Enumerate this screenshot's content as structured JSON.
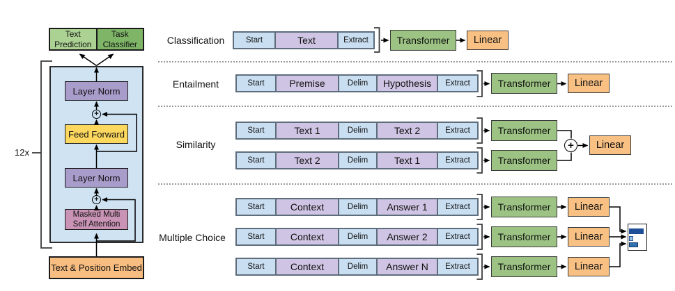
{
  "figure": {
    "left_diagram": {
      "repeat_label": "12x",
      "add_symbol": "+",
      "output_heads": [
        {
          "label": "Text Prediction"
        },
        {
          "label": "Task Classifier"
        }
      ],
      "blocks": {
        "layer_norm_top": "Layer Norm",
        "feed_forward": "Feed Forward",
        "layer_norm_bottom": "Layer Norm",
        "masked_attention_line1": "Masked Multi",
        "masked_attention_line2": "Self Attention",
        "embedding": "Text & Position Embed"
      }
    },
    "tasks": [
      {
        "label": "Classification",
        "rows": [
          {
            "tokens": [
              {
                "text": "Start",
                "type": "special"
              },
              {
                "text": "Text",
                "type": "content"
              },
              {
                "text": "Extract",
                "type": "special"
              }
            ],
            "transformer_label": "Transformer",
            "linear_label": "Linear"
          }
        ]
      },
      {
        "label": "Entailment",
        "rows": [
          {
            "tokens": [
              {
                "text": "Start",
                "type": "special"
              },
              {
                "text": "Premise",
                "type": "content"
              },
              {
                "text": "Delim",
                "type": "special"
              },
              {
                "text": "Hypothesis",
                "type": "content"
              },
              {
                "text": "Extract",
                "type": "special"
              }
            ],
            "transformer_label": "Transformer",
            "linear_label": "Linear"
          }
        ]
      },
      {
        "label": "Similarity",
        "combine_symbol": "+",
        "linear_label": "Linear",
        "rows": [
          {
            "tokens": [
              {
                "text": "Start",
                "type": "special"
              },
              {
                "text": "Text 1",
                "type": "content"
              },
              {
                "text": "Delim",
                "type": "special"
              },
              {
                "text": "Text 2",
                "type": "content"
              },
              {
                "text": "Extract",
                "type": "special"
              }
            ],
            "transformer_label": "Transformer"
          },
          {
            "tokens": [
              {
                "text": "Start",
                "type": "special"
              },
              {
                "text": "Text 2",
                "type": "content"
              },
              {
                "text": "Delim",
                "type": "special"
              },
              {
                "text": "Text 1",
                "type": "content"
              },
              {
                "text": "Extract",
                "type": "special"
              }
            ],
            "transformer_label": "Transformer"
          }
        ]
      },
      {
        "label": "Multiple Choice",
        "rows": [
          {
            "tokens": [
              {
                "text": "Start",
                "type": "special"
              },
              {
                "text": "Context",
                "type": "content"
              },
              {
                "text": "Delim",
                "type": "special"
              },
              {
                "text": "Answer 1",
                "type": "content"
              },
              {
                "text": "Extract",
                "type": "special"
              }
            ],
            "transformer_label": "Transformer",
            "linear_label": "Linear"
          },
          {
            "tokens": [
              {
                "text": "Start",
                "type": "special"
              },
              {
                "text": "Context",
                "type": "content"
              },
              {
                "text": "Delim",
                "type": "special"
              },
              {
                "text": "Answer 2",
                "type": "content"
              },
              {
                "text": "Extract",
                "type": "special"
              }
            ],
            "transformer_label": "Transformer",
            "linear_label": "Linear"
          },
          {
            "tokens": [
              {
                "text": "Start",
                "type": "special"
              },
              {
                "text": "Context",
                "type": "content"
              },
              {
                "text": "Delim",
                "type": "special"
              },
              {
                "text": "Answer N",
                "type": "content"
              },
              {
                "text": "Extract",
                "type": "special"
              }
            ],
            "transformer_label": "Transformer",
            "linear_label": "Linear"
          }
        ]
      }
    ]
  },
  "colors": {
    "token_special_blue": "#c9def1",
    "token_content_purple": "#cfc4e3",
    "transformer_green": "#9cc383",
    "linear_orange": "#f8c083",
    "decoder_background_blue": "#cfe3f3",
    "layer_norm_purple": "#a89ccb",
    "feed_forward_yellow": "#fcd85f",
    "attention_pink": "#c893b4",
    "embed_orange": "#f8bd80",
    "text_prediction_green": "#abd293",
    "task_classifier_green": "#7eb567",
    "score_bar_dark": "#1f4e99",
    "score_bar_light": "#9cc2e5",
    "score_bar_medium": "#2e74b5"
  }
}
